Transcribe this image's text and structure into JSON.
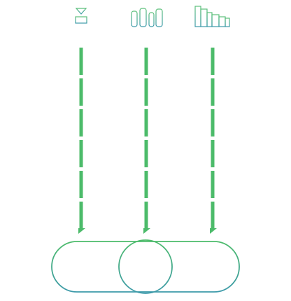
{
  "colors": {
    "green": "#4cbb6a",
    "teal": "#3d9aaa",
    "background": "#ffffff"
  },
  "icons": [
    {
      "name": "pipeline-valve-icon"
    },
    {
      "name": "storage-tanks-icon"
    },
    {
      "name": "city-buildings-icon"
    }
  ],
  "flow": {
    "arrow_count": 3,
    "direction": "down"
  },
  "container": {
    "shape": "capsule-with-inner-circle"
  }
}
